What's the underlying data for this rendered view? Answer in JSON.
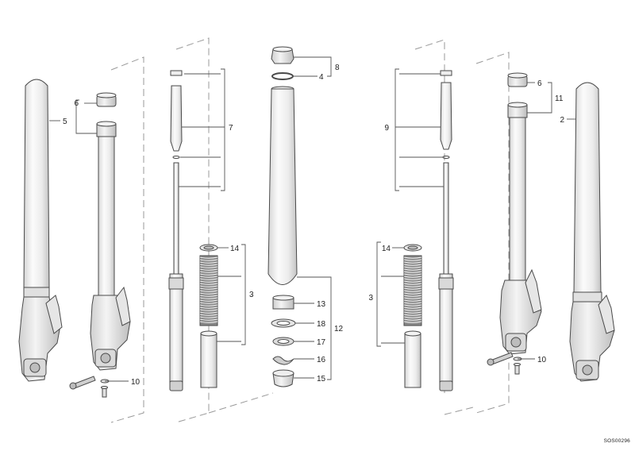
{
  "diagram_code": "SOS00296",
  "colors": {
    "line": "#4a4a4a",
    "leader": "#555555",
    "dash": "#9a9a9a",
    "tube_fill_light": "#f6f6f6",
    "tube_fill_shade": "#d8d8d8",
    "spring_dark": "#6e6e6e"
  },
  "callouts": {
    "left_fork_1": "5",
    "left_cap_6": "6",
    "left_bolt_10": "10",
    "center_left_7": "7",
    "center_left_spring_14": "14",
    "center_left_spring_3": "3",
    "center_cap_8": "8",
    "center_oring_4": "4",
    "center_13": "13",
    "center_18": "18",
    "center_17": "17",
    "center_16": "16",
    "center_15": "15",
    "center_12": "12",
    "center_right_9": "9",
    "center_right_spring_14": "14",
    "center_right_spring_3": "3",
    "right_cap_6": "6",
    "right_11": "11",
    "right_fork_2": "2",
    "right_bolt_10": "10"
  }
}
